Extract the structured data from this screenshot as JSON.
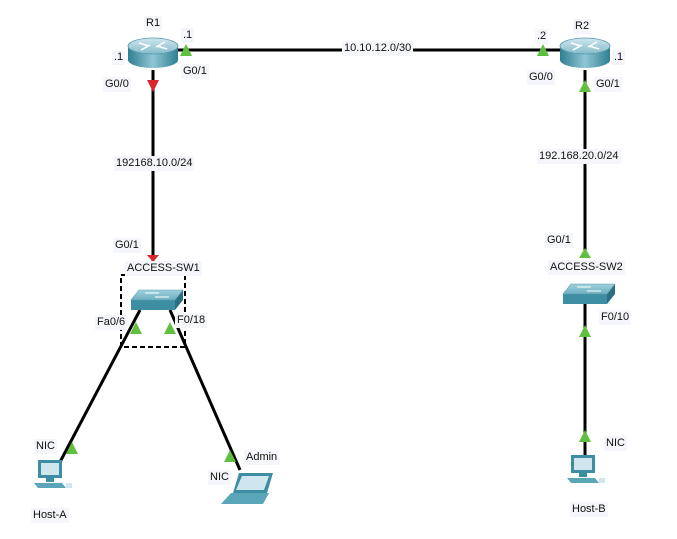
{
  "colors": {
    "link": "#000000",
    "port_up": "#5fbf3f",
    "port_down": "#d9252b",
    "device": "#4f9fb3",
    "label_bg": "#f4f6fb"
  },
  "devices": {
    "r1": {
      "name": "R1",
      "type": "router"
    },
    "r2": {
      "name": "R2",
      "type": "router"
    },
    "sw1": {
      "name": "ACCESS-SW1",
      "type": "switch"
    },
    "sw2": {
      "name": "ACCESS-SW2",
      "type": "switch"
    },
    "host_a": {
      "name": "Host-A",
      "type": "pc"
    },
    "admin": {
      "name": "Admin",
      "type": "laptop"
    },
    "host_b": {
      "name": "Host-B",
      "type": "pc"
    }
  },
  "networks": {
    "r1_r2": "10.10.12.0/30",
    "r1_sw1": "192168.10.0/24",
    "r2_sw2": "192.168.20.0/24"
  },
  "interfaces": {
    "r1_g00": "G0/0",
    "r1_g01": "G0/1",
    "r1_g00_ip": ".1",
    "r1_g01_ip": ".1",
    "r2_g00": "G0/0",
    "r2_g01": "G0/1",
    "r2_g00_ip": ".2",
    "r2_g01_ip": ".1",
    "sw1_g01": "G0/1",
    "sw1_fa06": "Fa0/6",
    "sw1_f018": "F0/18",
    "sw2_g01": "G0/1",
    "sw2_f010": "F0/10",
    "host_a_nic": "NIC",
    "admin_nic": "NIC",
    "host_b_nic": "NIC"
  },
  "links": [
    {
      "from": "R1 G0/1",
      "to": "R2 G0/0",
      "network": "10.10.12.0/30",
      "status": "up"
    },
    {
      "from": "R1 G0/0",
      "to": "ACCESS-SW1 G0/1",
      "network": "192168.10.0/24",
      "status": "down"
    },
    {
      "from": "R2 G0/1",
      "to": "ACCESS-SW2 G0/1",
      "network": "192.168.20.0/24",
      "status": "up"
    },
    {
      "from": "ACCESS-SW1 Fa0/6",
      "to": "Host-A NIC",
      "status": "up"
    },
    {
      "from": "ACCESS-SW1 F0/18",
      "to": "Admin NIC",
      "status": "up"
    },
    {
      "from": "ACCESS-SW2 F0/10",
      "to": "Host-B NIC",
      "status": "up"
    }
  ]
}
